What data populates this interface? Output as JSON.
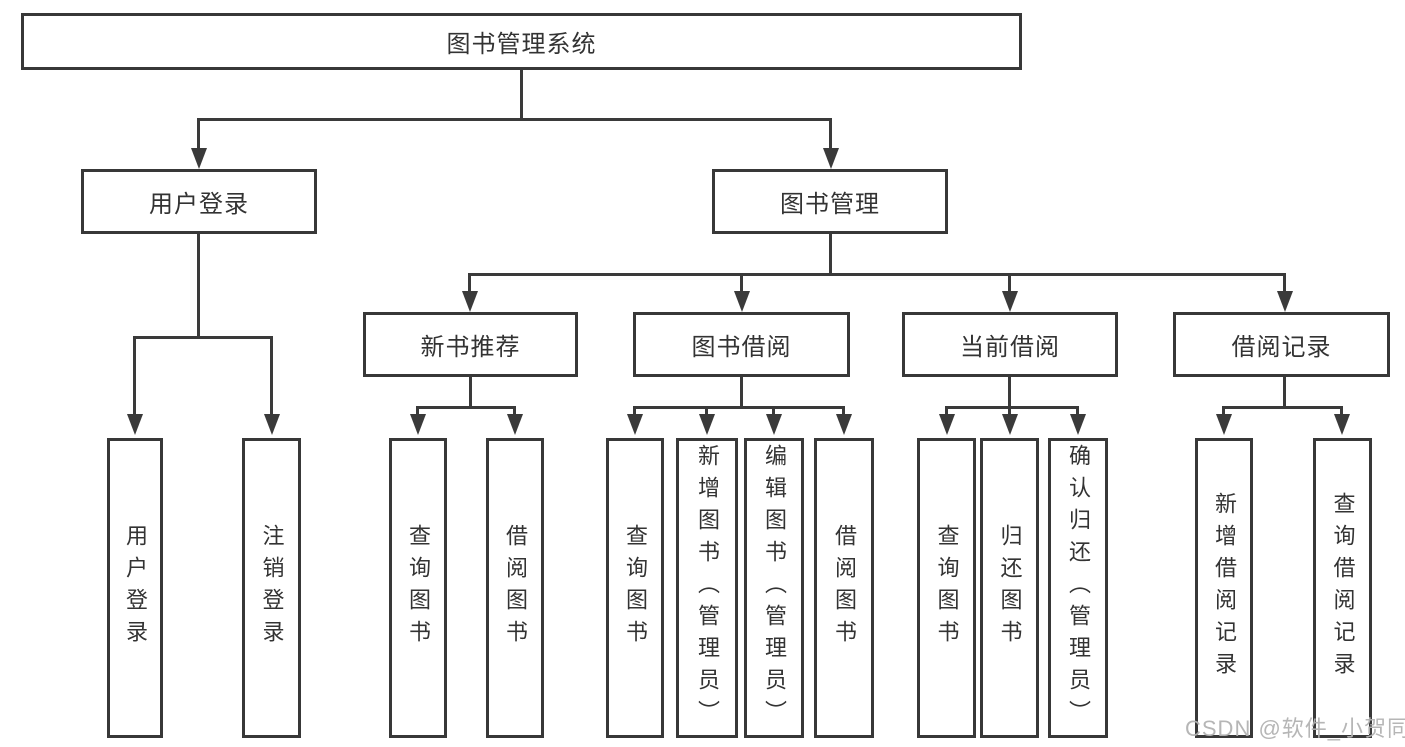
{
  "diagram": {
    "title": "图书管理系统",
    "root": {
      "label": "图书管理系统"
    },
    "level2": [
      {
        "label": "用户登录"
      },
      {
        "label": "图书管理"
      }
    ],
    "level3": [
      {
        "label": "新书推荐"
      },
      {
        "label": "图书借阅"
      },
      {
        "label": "当前借阅"
      },
      {
        "label": "借阅记录"
      }
    ],
    "leaves": [
      {
        "label": "用户登录"
      },
      {
        "label": "注销登录"
      },
      {
        "label": "查询图书"
      },
      {
        "label": "借阅图书"
      },
      {
        "label": "查询图书"
      },
      {
        "label": "新增图书（管理员）"
      },
      {
        "label": "编辑图书（管理员）"
      },
      {
        "label": "借阅图书"
      },
      {
        "label": "查询图书"
      },
      {
        "label": "归还图书"
      },
      {
        "label": "确认归还（管理员）"
      },
      {
        "label": "新增借阅记录"
      },
      {
        "label": "查询借阅记录"
      }
    ]
  },
  "watermark": {
    "text": "CSDN @软件_小贺同学"
  },
  "colors": {
    "line": "#3a3a3a",
    "border": "#383838",
    "text": "#333333",
    "watermark": "#b2b2b2",
    "background": "#ffffff"
  }
}
